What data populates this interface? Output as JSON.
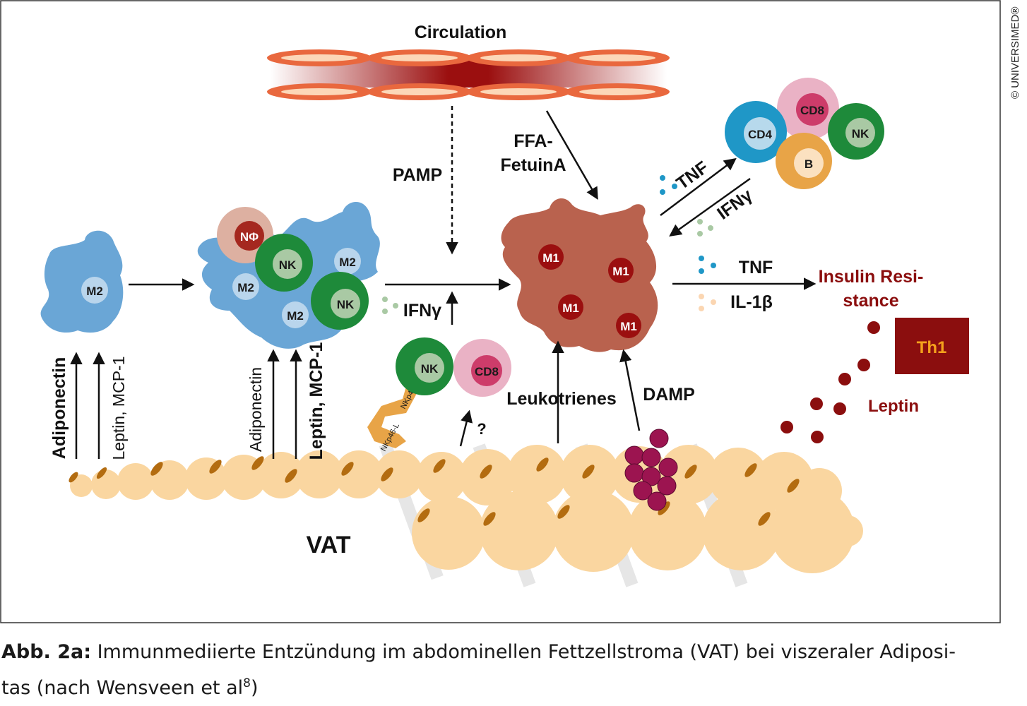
{
  "copyright": "© UNIVERSIMED®",
  "labels": {
    "circulation": "Circulation",
    "pamp": "PAMP",
    "ffa_line1": "FFA-",
    "ffa_line2": "FetuinA",
    "tnf_upper": "TNF",
    "ifng_upper": "IFNγ",
    "tnf_right": "TNF",
    "il1b": "IL-1β",
    "insulin_line1": "Insulin Resi-",
    "insulin_line2": "stance",
    "th1": "Th1",
    "leptin_right": "Leptin",
    "ifng_mid": "IFNγ",
    "leukotrienes": "Leukotrienes",
    "damp": "DAMP",
    "question": "?",
    "vat": "VAT",
    "adiponectin_left": "Adiponectin",
    "leptin_mcp1_left": "Leptin, MCP-1",
    "adiponectin_mid": "Adiponectin",
    "leptin_mcp1_mid": "Leptin, MCP-1",
    "nkp46": "NKp46",
    "nkp46l": "NKp46-L"
  },
  "cells": {
    "m2": "M2",
    "m1": "M1",
    "nk": "NK",
    "nphi": "NΦ",
    "cd4": "CD4",
    "cd8": "CD8",
    "b": "B"
  },
  "caption": {
    "prefix": "Abb. 2a:",
    "line1": " Immunmediierte Entzündung im abdominellen Fettzellstroma (VAT) bei viszeraler Adiposi-",
    "line2": "tas (nach Wensveen et al",
    "ref": "8",
    "line2_end": ")"
  },
  "colors": {
    "m2_blue": "#6aa6d6",
    "m1_brown": "#b9624e",
    "dark_red": "#9b0f0f",
    "nk_green": "#1e8a3a",
    "cd4_blue": "#1f97c7",
    "cd8_pink": "#eab2c5",
    "b_orange": "#e8a447",
    "fat": "#fad6a0",
    "th1_box": "#8b0e0e",
    "damp_purple": "#9c1450"
  }
}
